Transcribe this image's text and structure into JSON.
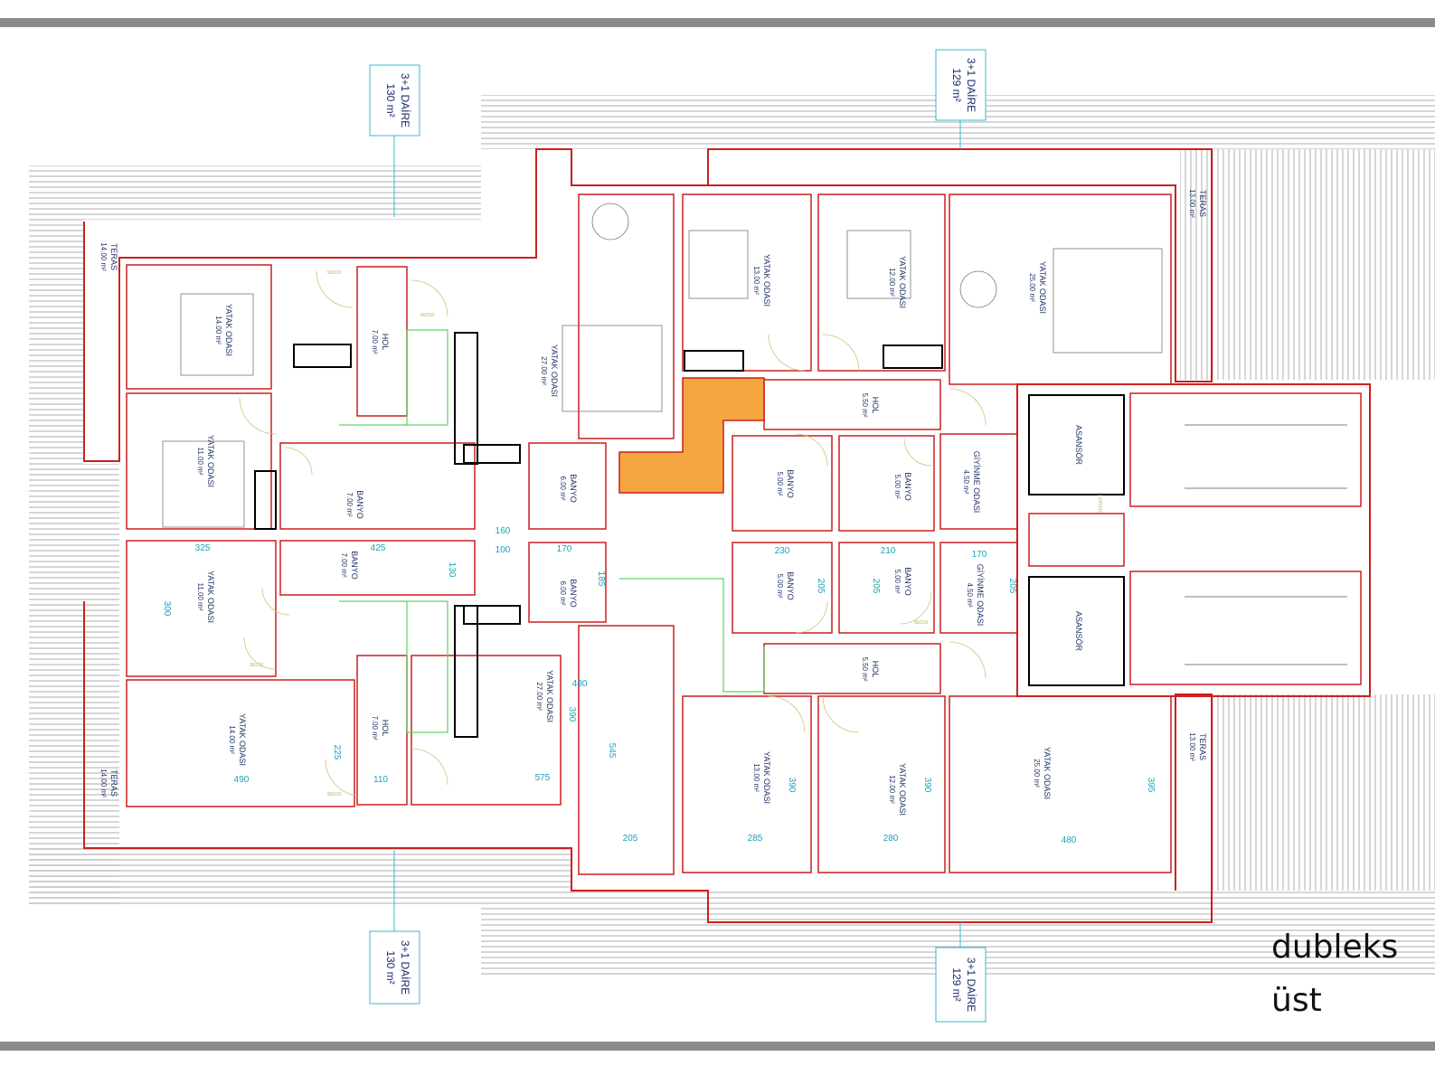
{
  "caption": {
    "line1": "dubleks",
    "line2": "üst"
  },
  "unit_tags": {
    "top_left": {
      "type": "3+1 DAİRE",
      "area": "130 m²"
    },
    "top_right": {
      "type": "3+1 DAİRE",
      "area": "129 m²"
    },
    "bottom_left": {
      "type": "3+1 DAİRE",
      "area": "130 m²"
    },
    "bottom_right": {
      "type": "3+1 DAİRE",
      "area": "129 m²"
    }
  },
  "terraces": {
    "top_left": {
      "name": "TERAS",
      "area": "14.00 m²"
    },
    "bottom_left": {
      "name": "TERAS",
      "area": "14.00 m²"
    },
    "top_right": {
      "name": "TERAS",
      "area": "13.00 m²"
    },
    "bottom_right": {
      "name": "TERAS",
      "area": "13.00 m²"
    }
  },
  "rooms": {
    "tl_bed14": {
      "name": "YATAK ODASI",
      "area": "14.00 m²"
    },
    "tl_hol": {
      "name": "HOL",
      "area": "7.00 m²"
    },
    "tl_bed27": {
      "name": "YATAK ODASI",
      "area": "27.00 m²"
    },
    "tl_bed11": {
      "name": "YATAK ODASI",
      "area": "11.00 m²"
    },
    "tl_banyo7": {
      "name": "BANYO",
      "area": "7.00 m²"
    },
    "tl_banyo6": {
      "name": "BANYO",
      "area": "6.00 m²"
    },
    "tr_bed13": {
      "name": "YATAK ODASI",
      "area": "13.00 m²"
    },
    "tr_bed12": {
      "name": "YATAK ODASI",
      "area": "12.00 m²"
    },
    "tr_bed25": {
      "name": "YATAK ODASI",
      "area": "25.00 m²"
    },
    "tr_hol": {
      "name": "HOL",
      "area": "5.50 m²"
    },
    "tr_banyo_a": {
      "name": "BANYO",
      "area": "5.00 m²"
    },
    "tr_banyo_b": {
      "name": "BANYO",
      "area": "5.00 m²"
    },
    "tr_giyinme": {
      "name": "GİYİNME ODASI",
      "area": "4.50 m²"
    },
    "bl_banyo7": {
      "name": "BANYO",
      "area": "7.00 m²"
    },
    "bl_banyo6": {
      "name": "BANYO",
      "area": "6.00 m²"
    },
    "bl_bed11": {
      "name": "YATAK ODASI",
      "area": "11.00 m²"
    },
    "bl_bed14": {
      "name": "YATAK ODASI",
      "area": "14.00 m²"
    },
    "bl_hol": {
      "name": "HOL",
      "area": "7.00 m²"
    },
    "bl_bed27": {
      "name": "YATAK ODASI",
      "area": "27.00 m²"
    },
    "br_banyo_a": {
      "name": "BANYO",
      "area": "5.00 m²"
    },
    "br_banyo_b": {
      "name": "BANYO",
      "area": "5.00 m²"
    },
    "br_giyinme": {
      "name": "GİYİNME ODASI",
      "area": "4.50 m²"
    },
    "br_hol": {
      "name": "HOL",
      "area": "5.50 m²"
    },
    "br_bed13": {
      "name": "YATAK ODASI",
      "area": "13.00 m²"
    },
    "br_bed12": {
      "name": "YATAK ODASI",
      "area": "12.00 m²"
    },
    "br_bed25": {
      "name": "YATAK ODASI",
      "area": "25.00 m²"
    }
  },
  "elevators": {
    "top": "ASANSÖR",
    "bottom": "ASANSÖR"
  },
  "dimensions": {
    "d325": "325",
    "d425": "425",
    "d130": "130",
    "d160": "160",
    "d100": "100",
    "d170a": "170",
    "d185": "185",
    "d230": "230",
    "d210": "210",
    "d170b": "170",
    "d205a": "205",
    "d205b": "205",
    "d205c": "205",
    "d300": "300",
    "d480a": "480",
    "d390a": "390",
    "d545": "545",
    "d225": "225",
    "d490": "490",
    "d110": "110",
    "d575": "575",
    "d205d": "205",
    "d390b": "390",
    "d390c": "390",
    "d395": "395",
    "d285": "285",
    "d280": "280",
    "d480b": "480"
  },
  "door_codes": {
    "c90_210": "90/210",
    "c80_210": "80/210",
    "c140_210": "K:140/210"
  },
  "colors": {
    "wall": "#cc1f1f",
    "stair": "#5fd35f",
    "stair_highlight": "#f4a640",
    "dimension": "#1aa3b8",
    "label": "#223366",
    "terrace_hatch": "#9a9a9a"
  }
}
